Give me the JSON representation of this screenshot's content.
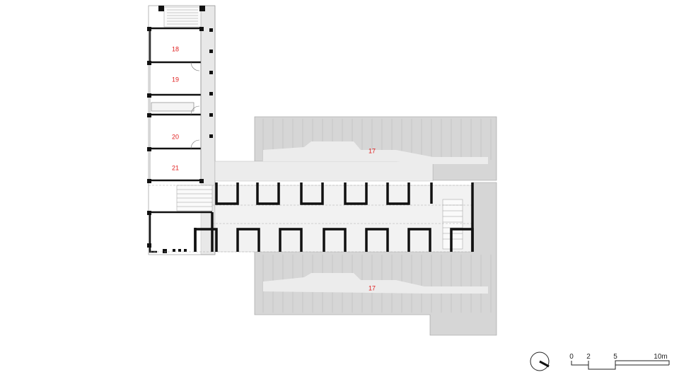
{
  "rooms": {
    "r18": "18",
    "r19": "19",
    "r20": "20",
    "r21": "21",
    "r17_top": "17",
    "r17_bottom": "17"
  },
  "scale_bar": {
    "t0": "0",
    "t2": "2",
    "t5": "5",
    "t10": "10m"
  },
  "colors": {
    "wall": "#111111",
    "hall_fill": "#cfcfcf",
    "label": "#e02020"
  }
}
